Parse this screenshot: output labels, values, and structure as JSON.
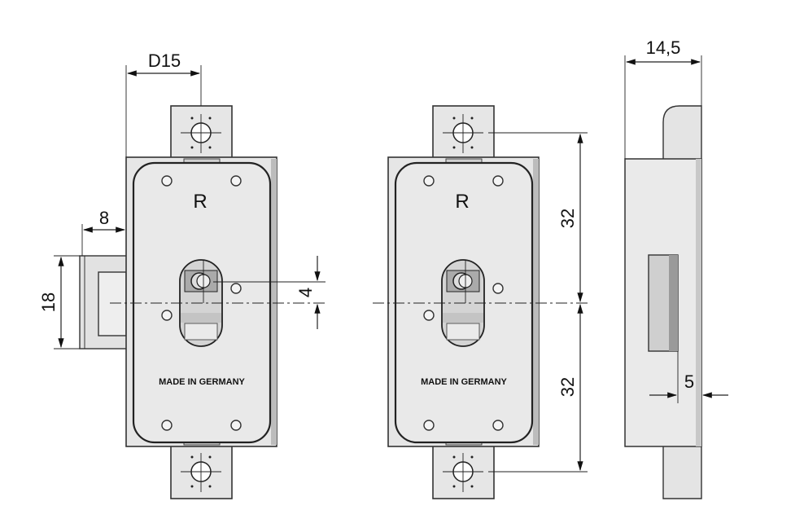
{
  "drawing": {
    "front_left": {
      "label": "R",
      "imprint": "MADE IN GERMANY"
    },
    "front_right": {
      "label": "R",
      "imprint": "MADE IN GERMANY"
    },
    "dimensions": {
      "backset": "D15",
      "bolt_projection": "8",
      "bolt_height": "18",
      "offset": "4",
      "upper_hole_distance": "32",
      "lower_hole_distance": "32",
      "depth": "14,5",
      "side_thickness": "5"
    }
  }
}
